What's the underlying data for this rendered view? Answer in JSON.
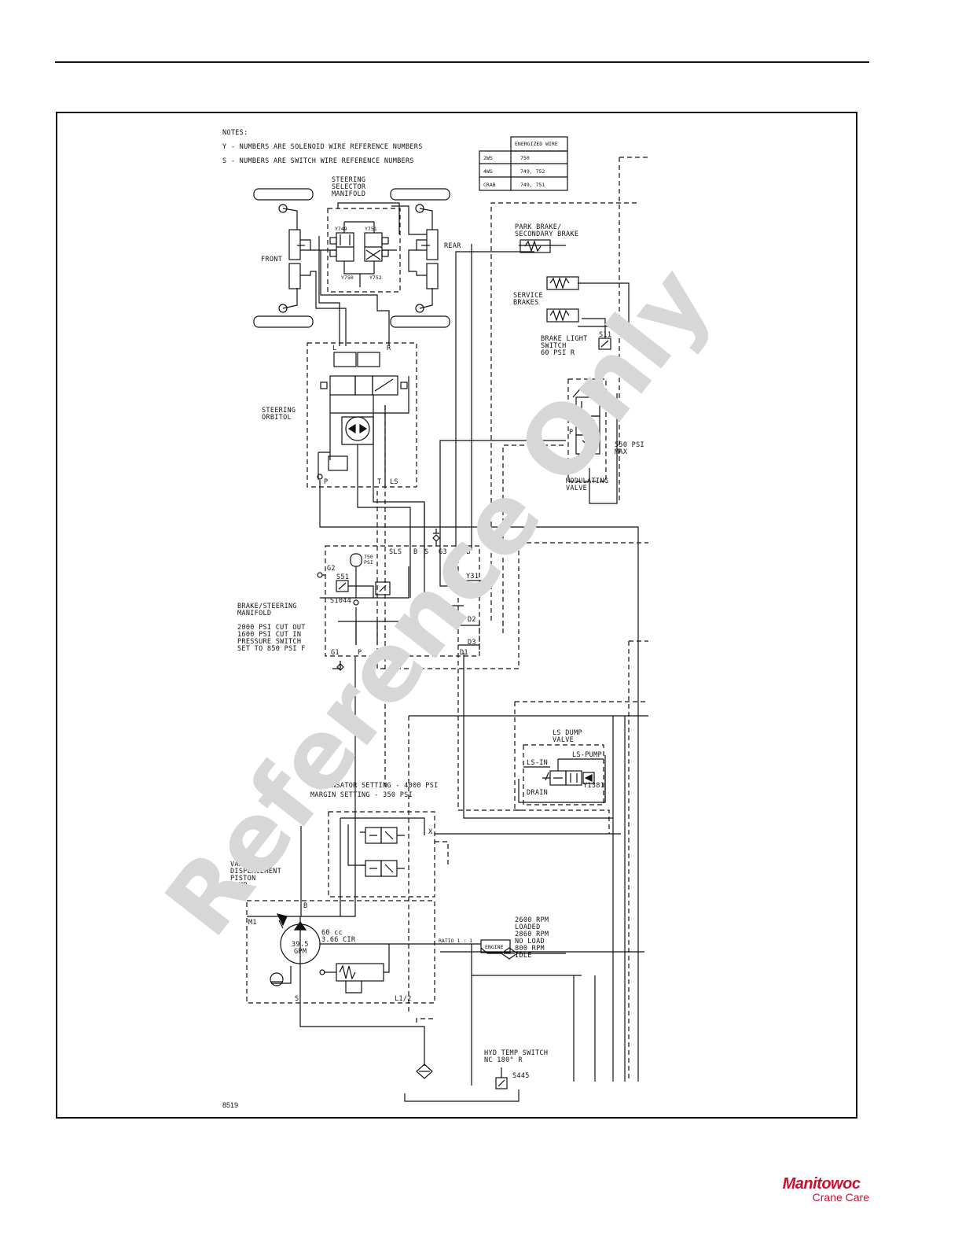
{
  "notes": {
    "heading": "NOTES:",
    "line1": "Y - NUMBERS ARE SOLENOID WIRE REFERENCE NUMBERS",
    "line2": "S - NUMBERS ARE SWITCH WIRE REFERENCE NUMBERS"
  },
  "wire_table": {
    "header": "ENERGIZED WIRE",
    "rows": [
      {
        "mode": "2WS",
        "wire": "750"
      },
      {
        "mode": "4WS",
        "wire": "749, 752"
      },
      {
        "mode": "CRAB",
        "wire": "749, 751"
      }
    ]
  },
  "labels": {
    "steering_selector": [
      "STEERING",
      "SELECTOR",
      "MANIFOLD"
    ],
    "front": "FRONT",
    "rear": "REAR",
    "y749": "Y749",
    "y751": "Y751",
    "y750": "Y750",
    "y752": "Y752",
    "steering_orbitol": [
      "STEERING",
      "ORBITOL"
    ],
    "park_brake": [
      "PARK BRAKE/",
      "SECONDARY BRAKE"
    ],
    "service_brakes": [
      "SERVICE",
      "BRAKES"
    ],
    "brake_light": [
      "BRAKE LIGHT",
      "SWITCH",
      "60 PSI R"
    ],
    "s11": "S11",
    "modulating_valve": [
      "MODULATING",
      "VALVE"
    ],
    "valve_max": [
      "550 PSI",
      "MAX"
    ],
    "brake_steering": [
      "BRAKE/STEERING",
      "MANIFOLD"
    ],
    "pressure_switch": [
      "2000 PSI CUT OUT",
      "1600 PSI CUT IN",
      "PRESSURE SWITCH",
      "SET TO 850 PSI F"
    ],
    "accumulator": [
      "750",
      "PSI"
    ],
    "s51": "S51",
    "s1044": "S1044",
    "y31": "Y31",
    "ports": {
      "sls": "SLS",
      "b": "B",
      "s": "S",
      "g3": "G3",
      "pb": "PB",
      "g2": "G2",
      "d2": "D2",
      "d3": "D3",
      "d1": "D1",
      "g1": "G1",
      "p": "P",
      "pfls": "PFLS",
      "l": "L",
      "r": "R",
      "t": "T",
      "ls": "LS",
      "x": "X",
      "m1": "M1",
      "l12": "L1/2"
    },
    "ls_dump": [
      "LS DUMP",
      "VALVE"
    ],
    "ls_in": "LS-IN",
    "ls_pump": "LS-PUMP",
    "drain": "DRAIN",
    "y1381": "Y1381",
    "comp_setting": [
      "COMPENSATOR SETTING - 4000 PSI",
      "MARGIN SETTING - 350 PSI"
    ],
    "pump": [
      "VARIABLE",
      "DISPLACEMENT",
      "PISTON",
      "PUMP"
    ],
    "pump_flow": [
      "39.5",
      "GPM"
    ],
    "displacement": [
      "60 cc",
      "3.66 CIR"
    ],
    "ratio": "RATIO 1 : 1",
    "engine": "ENGINE",
    "rpm": [
      "2600 RPM",
      "LOADED",
      "2860 RPM",
      "NO LOAD",
      "800 RPM",
      "IDLE"
    ],
    "hyd_temp": [
      "HYD TEMP SWITCH",
      "NC 180° R"
    ],
    "s445": "S445",
    "figure_number": "8519"
  },
  "watermark": "Reference Only",
  "brand": {
    "name": "Manitowoc",
    "sub": "Crane Care",
    "color": "#c8102e"
  }
}
